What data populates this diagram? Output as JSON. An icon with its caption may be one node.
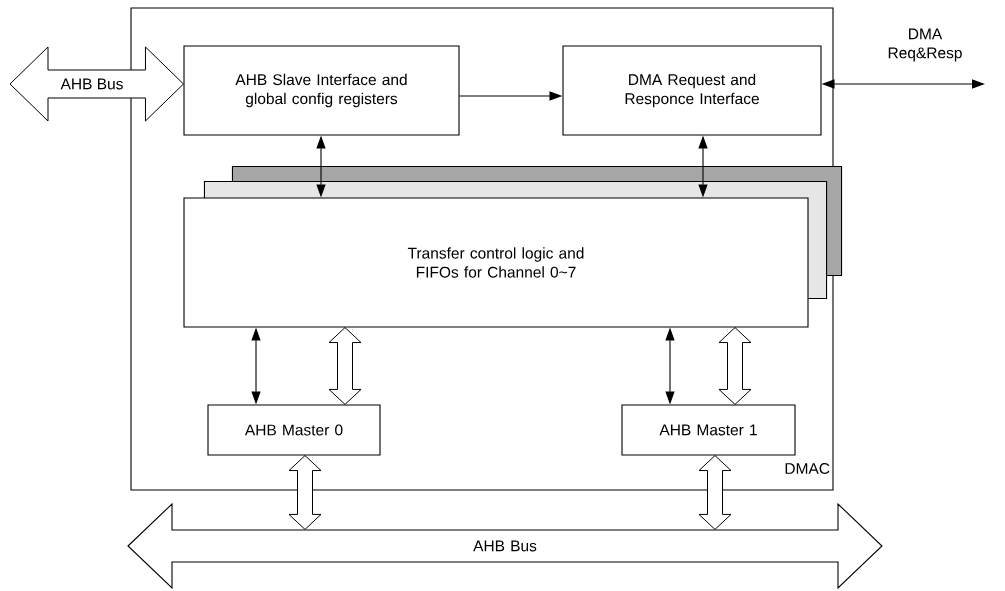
{
  "diagram": {
    "nodes": [
      {
        "text": [
          "DMAC"
        ]
      },
      {
        "text": [
          "AHB Slave Interface and global config registers"
        ],
        "in": 0
      },
      {
        "text": [
          "DMA Request and Responce Interface"
        ],
        "in": 0
      },
      {
        "text": [
          "Transfer control logic and FIFOs for Channel 0~7"
        ],
        "in": 0
      },
      {
        "text": [
          "AHB Master 0"
        ],
        "in": 0
      },
      {
        "text": [
          "AHB Master 1"
        ],
        "in": 0
      },
      {
        "text": [
          "AHB Bus"
        ]
      }
    ],
    "edges": [
      {
        "from": null,
        "to": 1,
        "arrow": "both",
        "style": "thick",
        "label": "AHB Bus"
      },
      {
        "from": 1,
        "to": 2,
        "arrow": "to"
      },
      {
        "from": 2,
        "to": null,
        "arrow": "both",
        "label": "DMA Req&Resp"
      },
      {
        "from": 1,
        "to": 3,
        "arrow": "both"
      },
      {
        "from": 2,
        "to": 3,
        "arrow": "both"
      },
      {
        "from": 3,
        "to": 4,
        "arrow": "both"
      },
      {
        "from": 3,
        "to": 4,
        "arrow": "both",
        "style": "thick"
      },
      {
        "from": 3,
        "to": 5,
        "arrow": "both"
      },
      {
        "from": 3,
        "to": 5,
        "arrow": "both",
        "style": "thick"
      },
      {
        "from": 4,
        "to": 6,
        "arrow": "both",
        "style": "thick"
      },
      {
        "from": 5,
        "to": 6,
        "arrow": "both",
        "style": "thick"
      }
    ]
  }
}
